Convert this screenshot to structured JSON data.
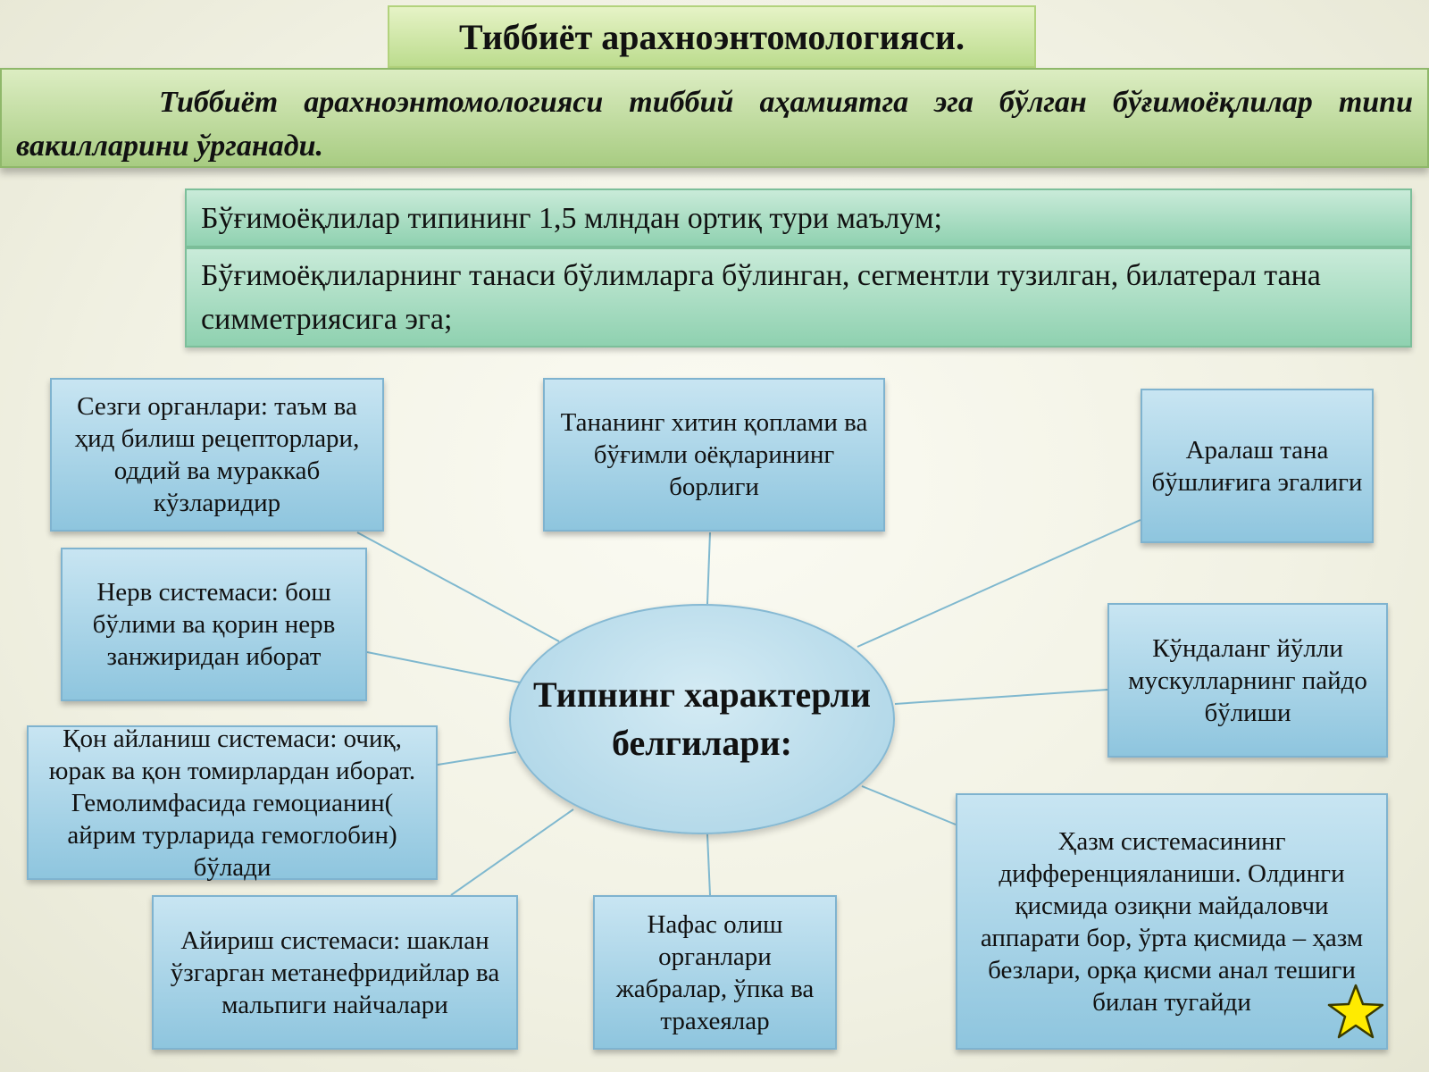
{
  "title": "Тиббиёт арахноэнтомологияси.",
  "definition": "Тиббиёт арахноэнтомологияси тиббий аҳамиятга эга бўлган бўғимоёқлилар типи вакилларини ўрганади.",
  "facts": [
    "Бўғимоёқлилар типининг 1,5 млндан ортиқ тури маълум;",
    "Бўғимоёқлиларнинг танаси бўлимларга бўлинган, сегментли тузилган, билатерал тана симметриясига эга;"
  ],
  "center": "Типнинг характерли белгилари:",
  "nodes": {
    "sensory": "Сезги органлари: таъм ва ҳид билиш рецепторлари, оддий ва мураккаб кўзларидир",
    "chitin": "Тананинг хитин қоплами ва бўғимли оёқларининг борлиги",
    "cavity": "Аралаш тана бўшлиғига эгалиги",
    "nerve": "Нерв системаси: бош бўлими ва қорин нерв занжиридан иборат",
    "muscle": "Кўндаланг йўлли мускулларнинг пайдо бўлиши",
    "blood": "Қон айланиш системаси: очиқ, юрак ва қон томирлардан иборат. Гемолимфасида гемоцианин( айрим турларида гемоглобин) бўлади",
    "excrete": "Айириш системаси: шаклан ўзгарган метанефридийлар ва мальпиги найчалари",
    "breath": "Нафас олиш органлари жабралар, ўпка ва трахеялар",
    "digest": "Ҳазм системасининг дифференцияланиши. Олдинги қисмида озиқни майдаловчи аппарати бор, ўрта қисмида – ҳазм безлари, орқа қисми анал тешиги билан тугайди"
  },
  "colors": {
    "title_fill": "#c9e4a4",
    "definition_fill": "#bcd99a",
    "fact_fill": "#a8dcc1",
    "node_fill": "#a9d4e8",
    "connector": "#7fb8cf",
    "star": "#ffeb00"
  },
  "icons": {
    "decoration": "star-icon"
  }
}
